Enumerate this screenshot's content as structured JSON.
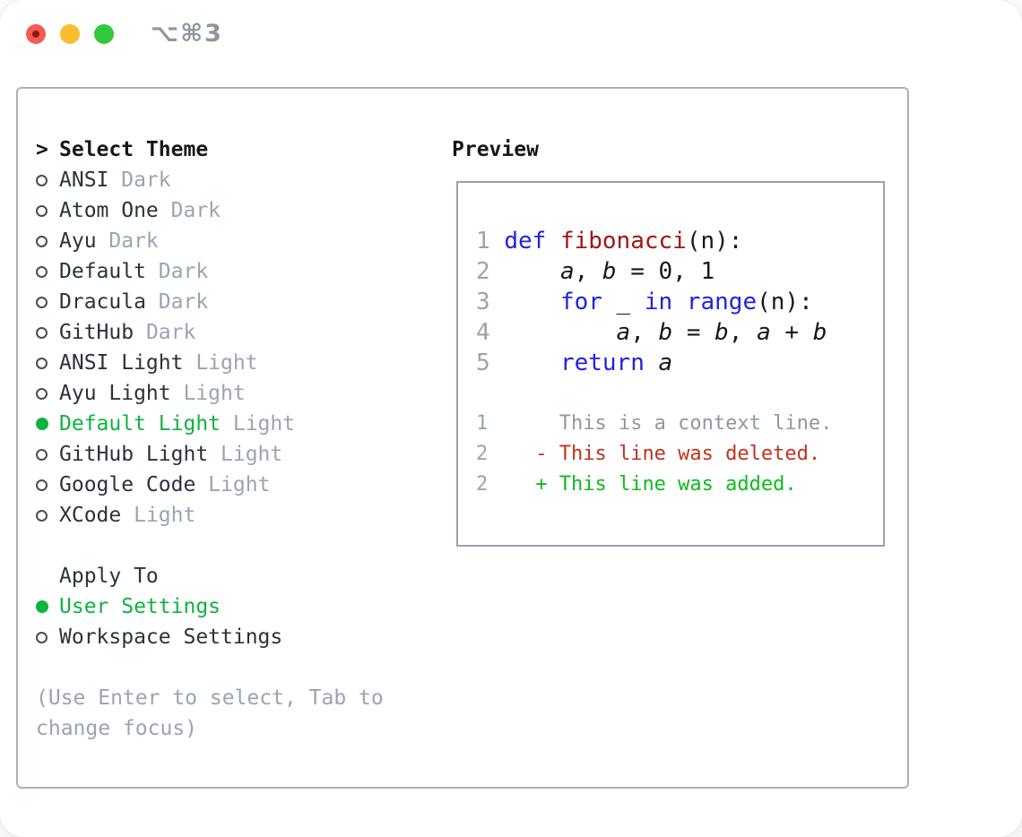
{
  "window": {
    "title": "⌥⌘3"
  },
  "traffic_lights": {
    "close_color": "#f45c51",
    "close_dot_color": "#8c1a10",
    "minimize_color": "#f9bd2f",
    "zoom_color": "#30c93e"
  },
  "theme_picker": {
    "cursor": ">",
    "title": "Select Theme",
    "themes": [
      {
        "name": "ANSI",
        "variant": "Dark",
        "selected": false
      },
      {
        "name": "Atom One",
        "variant": "Dark",
        "selected": false
      },
      {
        "name": "Ayu",
        "variant": "Dark",
        "selected": false
      },
      {
        "name": "Default",
        "variant": "Dark",
        "selected": false
      },
      {
        "name": "Dracula",
        "variant": "Dark",
        "selected": false
      },
      {
        "name": "GitHub",
        "variant": "Dark",
        "selected": false
      },
      {
        "name": "ANSI Light",
        "variant": "Light",
        "selected": false
      },
      {
        "name": "Ayu Light",
        "variant": "Light",
        "selected": false
      },
      {
        "name": "Default Light",
        "variant": "Light",
        "selected": true
      },
      {
        "name": "GitHub Light",
        "variant": "Light",
        "selected": false
      },
      {
        "name": "Google Code",
        "variant": "Light",
        "selected": false
      },
      {
        "name": "XCode",
        "variant": "Light",
        "selected": false
      }
    ],
    "apply_to": {
      "label": "Apply To",
      "options": [
        {
          "name": "User Settings",
          "selected": true
        },
        {
          "name": "Workspace Settings",
          "selected": false
        }
      ]
    },
    "hint_lines": [
      "(Use Enter to select, Tab to",
      "change focus)"
    ]
  },
  "preview": {
    "label": "Preview",
    "code_lines": [
      {
        "num": "1",
        "segments": [
          {
            "t": " ",
            "s": "plain"
          },
          {
            "t": "def ",
            "s": "kw"
          },
          {
            "t": "fibonacci",
            "s": "fn"
          },
          {
            "t": "(n):",
            "s": "plain"
          }
        ]
      },
      {
        "num": "2",
        "segments": [
          {
            "t": "     ",
            "s": "plain"
          },
          {
            "t": "a",
            "s": "var"
          },
          {
            "t": ", ",
            "s": "plain"
          },
          {
            "t": "b",
            "s": "var"
          },
          {
            "t": " = 0, 1",
            "s": "plain"
          }
        ]
      },
      {
        "num": "3",
        "segments": [
          {
            "t": "     ",
            "s": "plain"
          },
          {
            "t": "for",
            "s": "kw"
          },
          {
            "t": " _ ",
            "s": "plain"
          },
          {
            "t": "in",
            "s": "kw"
          },
          {
            "t": " ",
            "s": "plain"
          },
          {
            "t": "range",
            "s": "kw"
          },
          {
            "t": "(n):",
            "s": "plain"
          }
        ]
      },
      {
        "num": "4",
        "segments": [
          {
            "t": "         ",
            "s": "plain"
          },
          {
            "t": "a",
            "s": "var"
          },
          {
            "t": ", ",
            "s": "plain"
          },
          {
            "t": "b",
            "s": "var"
          },
          {
            "t": " = ",
            "s": "plain"
          },
          {
            "t": "b",
            "s": "var"
          },
          {
            "t": ", ",
            "s": "plain"
          },
          {
            "t": "a",
            "s": "var"
          },
          {
            "t": " + ",
            "s": "plain"
          },
          {
            "t": "b",
            "s": "var"
          }
        ]
      },
      {
        "num": "5",
        "segments": [
          {
            "t": "     ",
            "s": "plain"
          },
          {
            "t": "return",
            "s": "kw"
          },
          {
            "t": " ",
            "s": "plain"
          },
          {
            "t": "a",
            "s": "var"
          }
        ]
      }
    ],
    "diff_lines": [
      {
        "num": "1",
        "segments": [
          {
            "t": "      This is a context line.",
            "s": "ctx"
          }
        ]
      },
      {
        "num": "2",
        "segments": [
          {
            "t": "    ",
            "s": "plain"
          },
          {
            "t": "- This line was deleted.",
            "s": "del"
          }
        ]
      },
      {
        "num": "2",
        "segments": [
          {
            "t": "    ",
            "s": "plain"
          },
          {
            "t": "+ This line was added.",
            "s": "add"
          }
        ]
      }
    ]
  },
  "colors": {
    "titleText": "#8f969f",
    "panelBorder": "#aab1bb",
    "boxBorder": "#9aa2ab",
    "textPrimary": "#2b323c",
    "textBold": "#14181d",
    "textMuted": "#9aa4b2",
    "radioBorder": "#454d57",
    "green": "#0db43e",
    "codeText": "#15191f",
    "kw": "#2222e2",
    "fn": "#a31515",
    "lineNum": "#9aa3ae",
    "ctx": "#8f98a2",
    "del": "#c1331c",
    "add": "#0ebb1d"
  }
}
